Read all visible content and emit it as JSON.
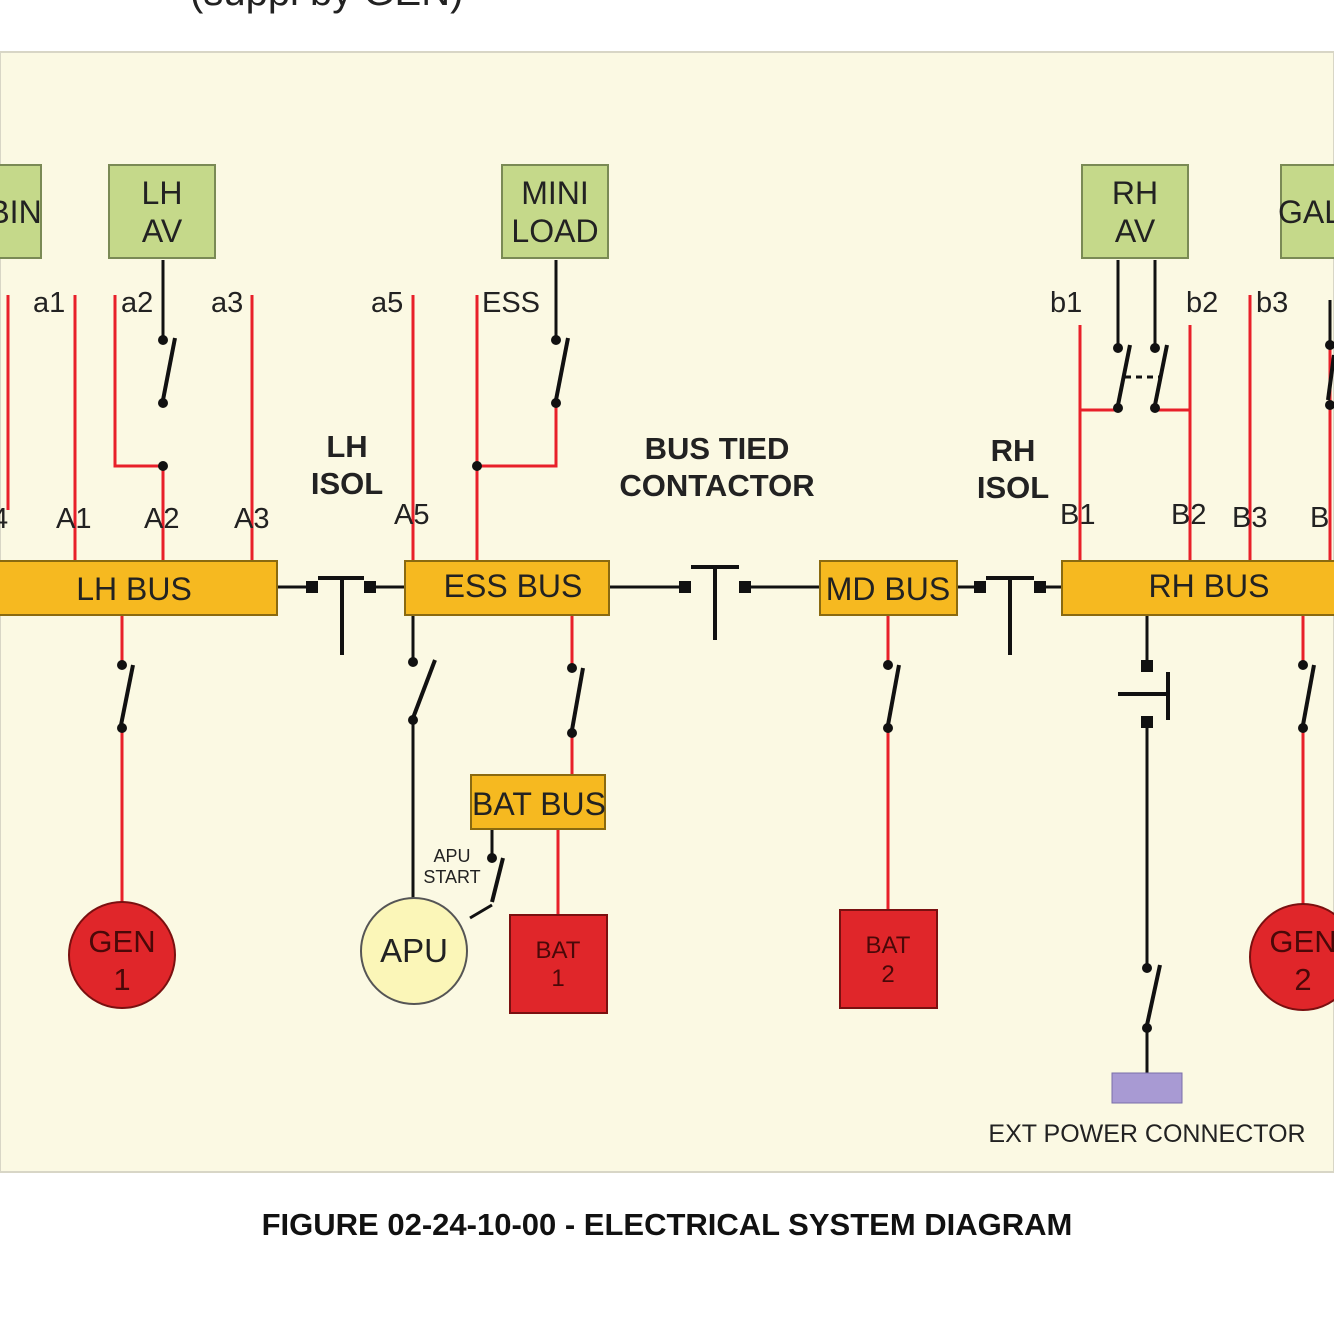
{
  "header_clip_text": "(suppl by GEN)",
  "caption": "FIGURE 02-24-10-00 - ELECTRICAL SYSTEM DIAGRAM",
  "loads": {
    "cabin": "BIN",
    "lh_av": [
      "LH",
      "AV"
    ],
    "mini_load": [
      "MINI",
      "LOAD"
    ],
    "rh_av": [
      "RH",
      "AV"
    ],
    "galley": "GAL"
  },
  "feeders": {
    "a1": "a1",
    "a2": "a2",
    "a3": "a3",
    "a5": "a5",
    "ess": "ESS",
    "b1": "b1",
    "b2": "b2",
    "b3": "b3",
    "A1": "A1",
    "A2": "A2",
    "A3": "A3",
    "A4": "4",
    "A5": "A5",
    "B1": "B1",
    "B2": "B2",
    "B3": "B3",
    "B4": "B"
  },
  "labels": {
    "lh_isol": [
      "LH",
      "ISOL"
    ],
    "bus_tied": [
      "BUS TIED",
      "CONTACTOR"
    ],
    "rh_isol": [
      "RH",
      "ISOL"
    ],
    "apu_start": [
      "APU",
      "START"
    ],
    "ext_power": "EXT POWER CONNECTOR"
  },
  "buses": {
    "lh": "LH BUS",
    "ess": "ESS BUS",
    "md": "MD BUS",
    "rh": "RH BUS",
    "bat": "BAT BUS"
  },
  "sources": {
    "gen1": [
      "GEN",
      "1"
    ],
    "apu": "APU",
    "bat1": [
      "BAT",
      "1"
    ],
    "bat2": [
      "BAT",
      "2"
    ],
    "gen2": [
      "GEN",
      "2"
    ]
  },
  "colors": {
    "background": "#fbf9e3",
    "load_box": "#c5d98a",
    "bus": "#f6b920",
    "feeder": "#e8202a",
    "source_red": "#e0262a",
    "apu_fill": "#fbf6b8",
    "ext_connector": "#a89ad3"
  }
}
